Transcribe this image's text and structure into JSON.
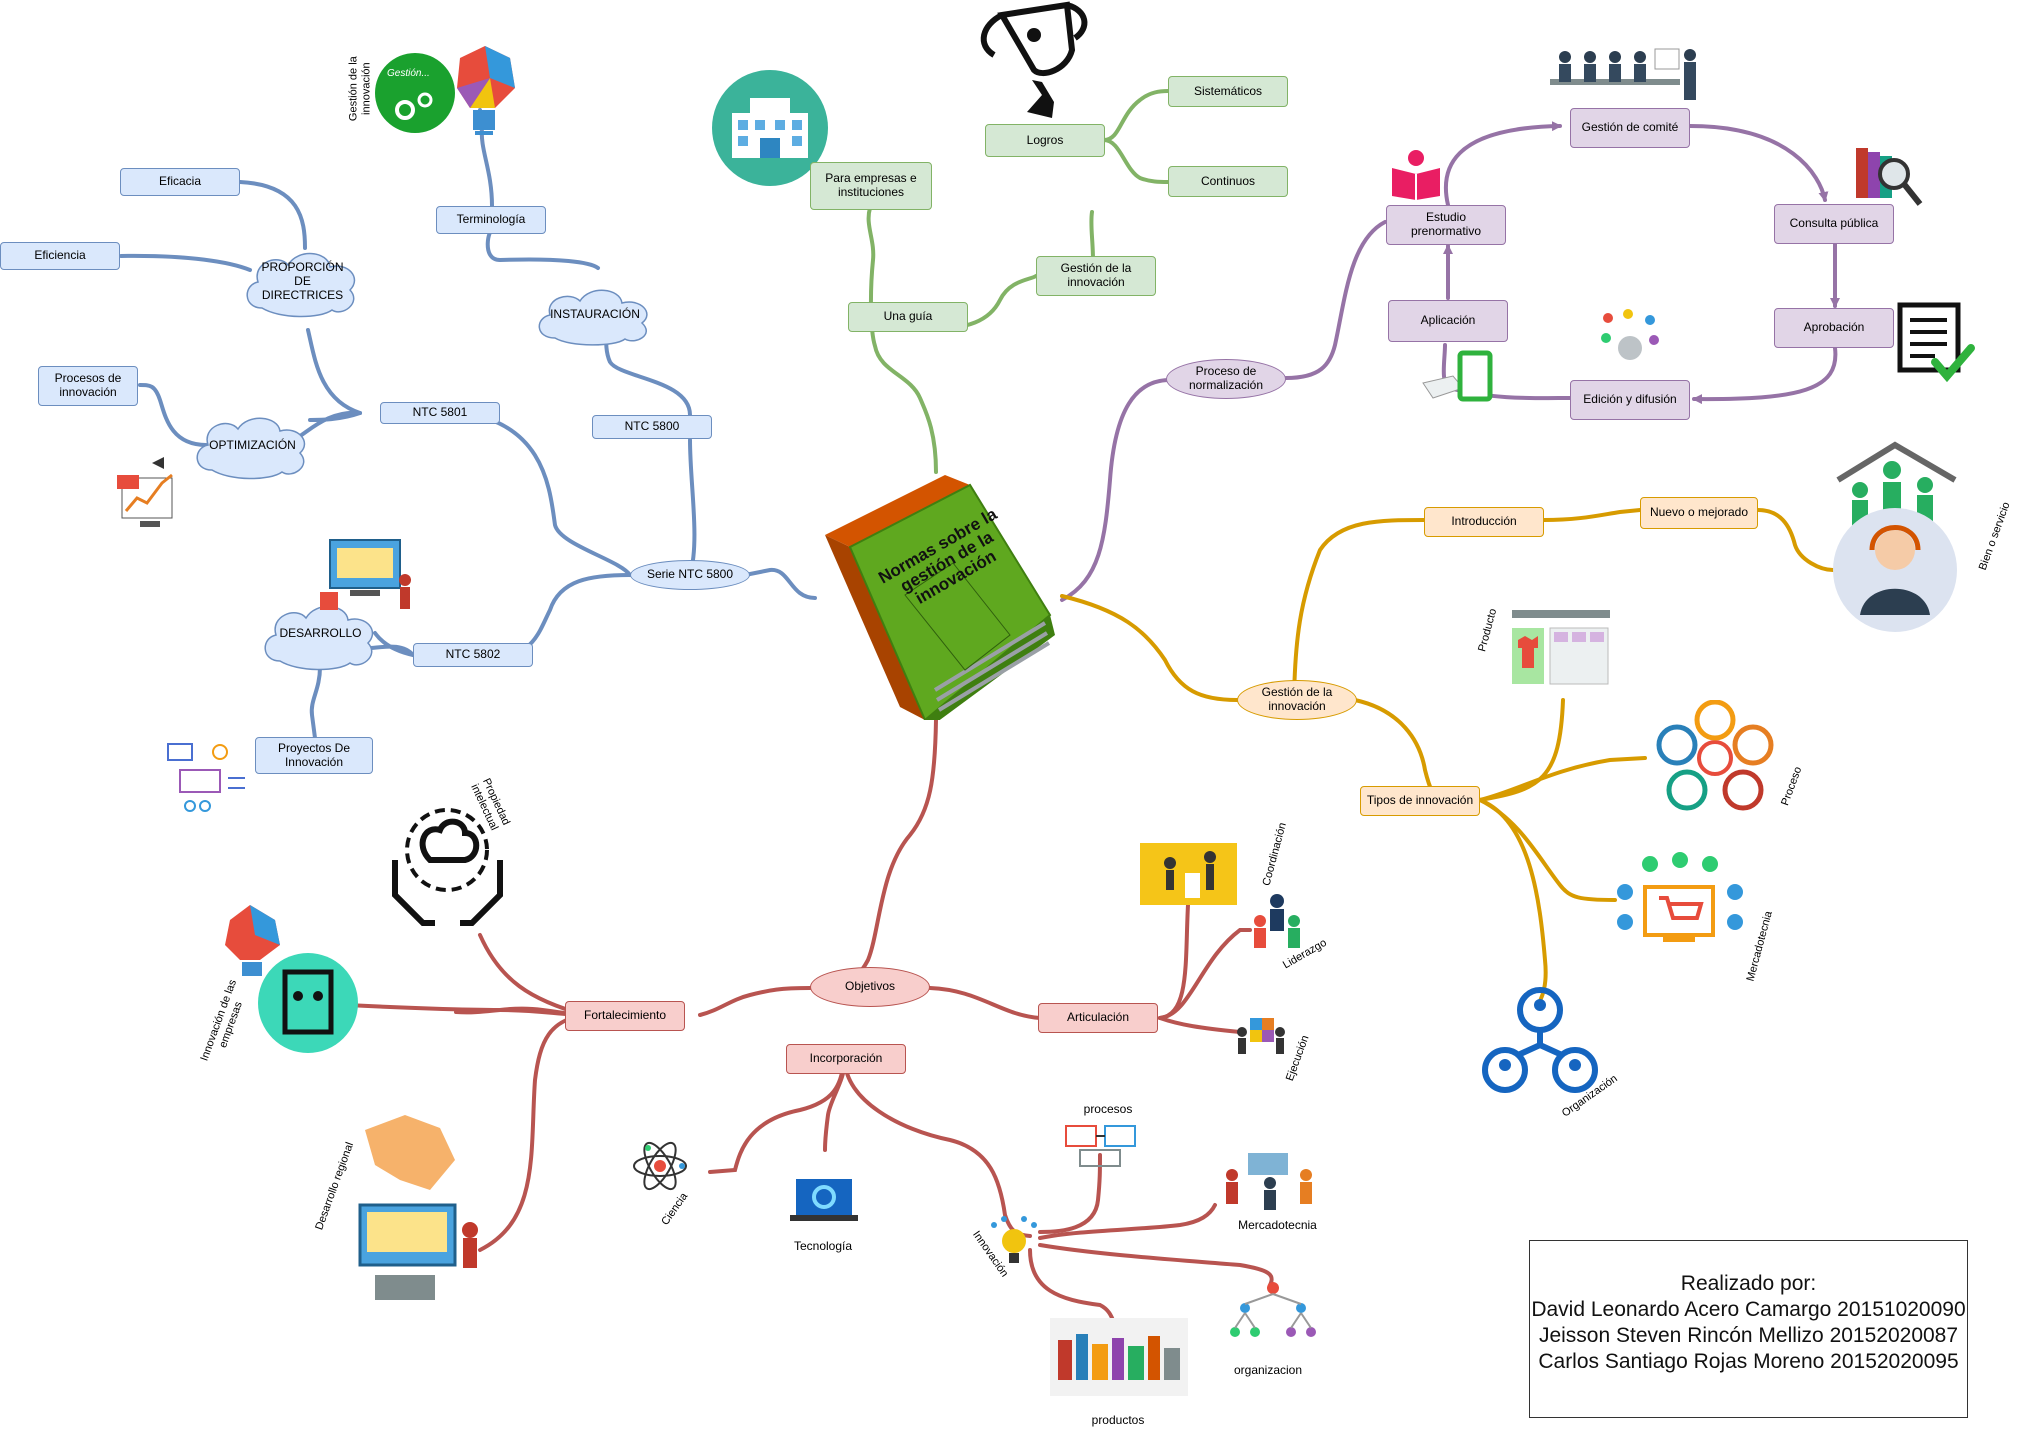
{
  "central": "Normas sobre la gestión de la innovación",
  "blue": {
    "serie": "Serie NTC 5800",
    "ntc5800": "NTC 5800",
    "instauracion": "INSTAURACIÓN",
    "terminologia": "Terminología",
    "gestion_icon_label": "Gestión de la innovación",
    "gestion_icon_text": "Gestión...",
    "ntc5801": "NTC 5801",
    "proporcion": "PROPORCIÓN DE DIRECTRICES",
    "eficacia": "Eficacia",
    "eficiencia": "Eficiencia",
    "optimizacion": "OPTIMIZACIÓN",
    "procesos_innovacion": "Procesos de innovación",
    "ntc5802": "NTC 5802",
    "desarrollo": "DESARROLLO",
    "proyectos": "Proyectos De Innovación"
  },
  "green": {
    "guia": "Una guía",
    "empresas": "Para empresas e instituciones",
    "gestion": "Gestión de la innovación",
    "logros": "Logros",
    "sistematicos": "Sistemáticos",
    "continuos": "Continuos"
  },
  "purple": {
    "proceso": "Proceso de normalización",
    "estudio": "Estudio prenormativo",
    "comite": "Gestión de comité",
    "consulta": "Consulta pública",
    "aprobacion": "Aprobación",
    "edicion": "Edición y difusión",
    "aplicacion": "Aplicación"
  },
  "orange": {
    "gestion": "Gestión de la innovación",
    "introduccion": "Introducción",
    "nuevo": "Nuevo o mejorado",
    "bien": "Bien o servicio",
    "tipos": "Tipos de innovación",
    "producto": "Producto",
    "proceso": "Proceso",
    "mercadotecnia": "Mercadotecnia",
    "organizacion": "Organización"
  },
  "red": {
    "objetivos": "Objetivos",
    "fortalecimiento": "Fortalecimiento",
    "propiedad": "Propiedad intelectual",
    "innovacion_empresas": "Innovación de las empresas",
    "desarrollo_regional": "Desarrollo regional",
    "articulacion": "Articulación",
    "coordinacion": "Coordinación",
    "liderazgo": "Liderazgo",
    "ejecucion": "Ejecución",
    "incorporacion": "Incorporación",
    "ciencia": "Ciencia",
    "tecnologia": "Tecnología",
    "innovacion": "Innovación",
    "procesos": "procesos",
    "mercadotecnia": "Mercadotecnia",
    "organizacion": "organizacion",
    "productos": "productos"
  },
  "credits": {
    "title": "Realizado por:",
    "line1": "David Leonardo Acero Camargo 20151020090",
    "line2": "Jeisson Steven Rincón Mellizo 20152020087",
    "line3": "Carlos Santiago Rojas Moreno 20152020095"
  },
  "colors": {
    "blue": "#6c8ebf",
    "green": "#82b366",
    "purple": "#9673a6",
    "orange": "#d79b00",
    "red": "#b85450",
    "book": "#5fa81f"
  }
}
